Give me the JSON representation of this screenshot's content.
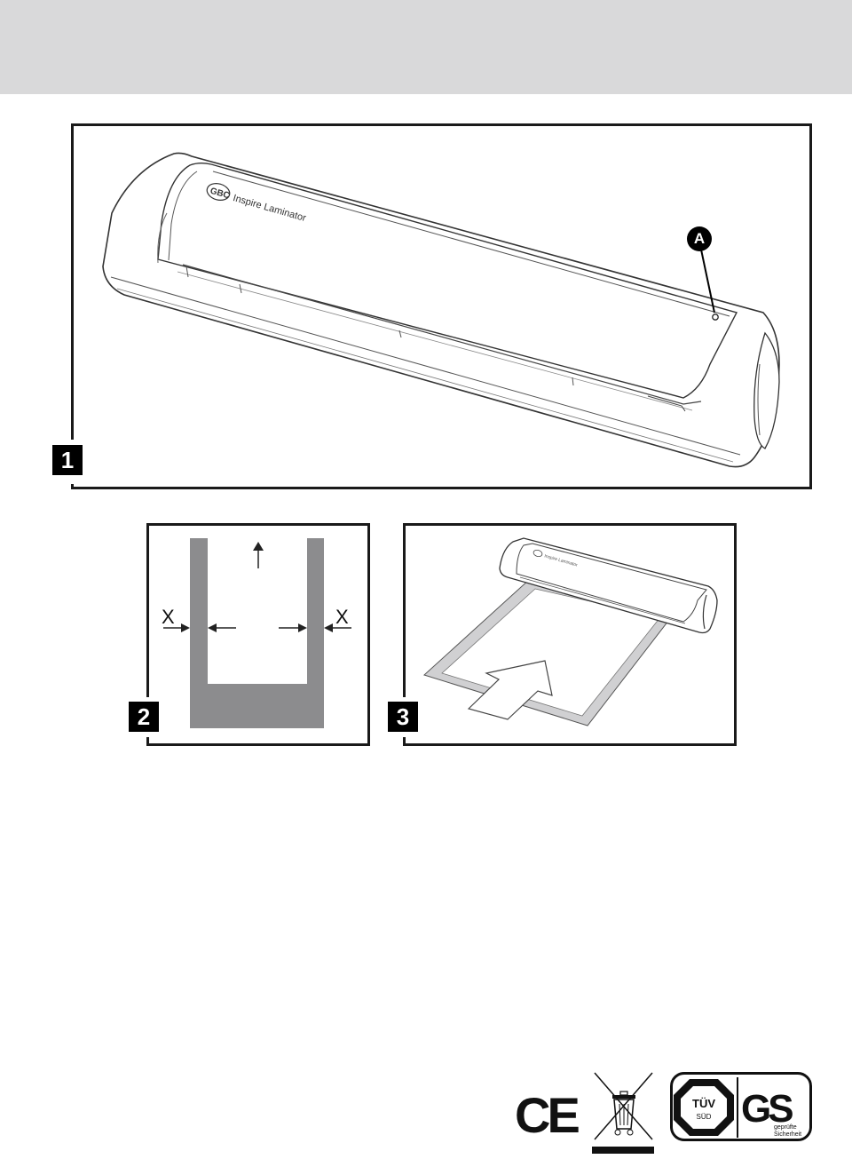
{
  "figures": {
    "fig1": {
      "number": "1",
      "callout": "A",
      "brand_logo": "GBC",
      "product_name": "Inspire Laminator"
    },
    "fig2": {
      "number": "2",
      "margin_label_left": "X",
      "margin_label_right": "X"
    },
    "fig3": {
      "number": "3"
    }
  },
  "marks": {
    "ce": "CE",
    "tuv": {
      "name": "TÜV",
      "sub": "SÜD"
    },
    "gs": {
      "name": "GS",
      "caption_line1": "geprüfte",
      "caption_line2": "Sicherheit"
    }
  },
  "colors": {
    "header_band": "#d9d9da",
    "pouch_gray": "#8c8c8e",
    "outline": "#1a1a1a"
  },
  "icons": [
    "weee-crossed-bin-icon"
  ]
}
